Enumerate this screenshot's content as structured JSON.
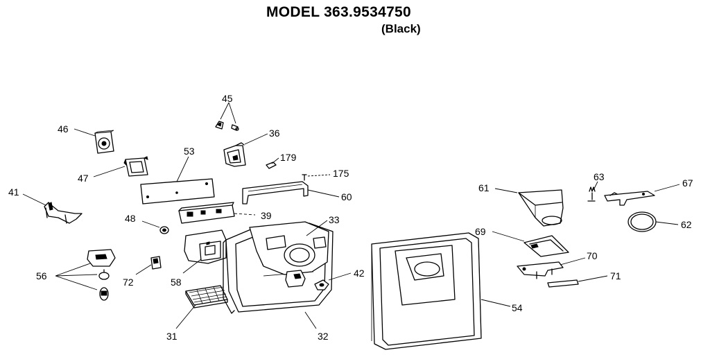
{
  "header": {
    "title": "MODEL 363.9534750",
    "subtitle": "(Black)"
  },
  "callouts": {
    "p31": "31",
    "p32": "32",
    "p33": "33",
    "p36": "36",
    "p39": "39",
    "p41": "41",
    "p42": "42",
    "p45": "45",
    "p46": "46",
    "p47": "47",
    "p48": "48",
    "p53": "53",
    "p54": "54",
    "p56": "56",
    "p58": "58",
    "p60": "60",
    "p61": "61",
    "p62": "62",
    "p63": "63",
    "p67": "67",
    "p69": "69",
    "p70": "70",
    "p71": "71",
    "p72": "72",
    "p175": "175",
    "p179": "179"
  }
}
